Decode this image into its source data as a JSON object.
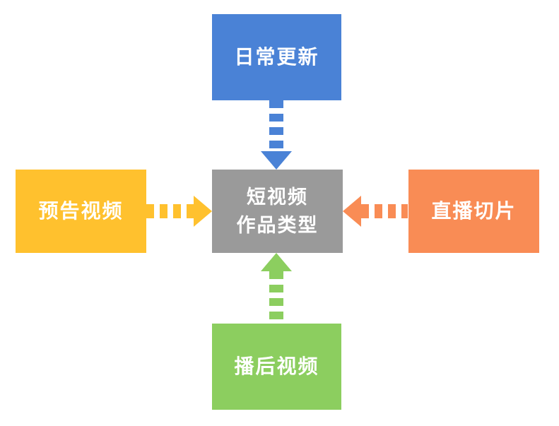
{
  "diagram": {
    "background": "#FFFFFF",
    "text_color": "#FFFFFF",
    "center": {
      "label": "短视频\n作品类型",
      "color": "#9A9A9A"
    },
    "nodes": [
      {
        "id": "top",
        "label": "日常更新",
        "color": "#4A82D6",
        "arrow_direction": "down"
      },
      {
        "id": "left",
        "label": "预告视频",
        "color": "#FFC12E",
        "arrow_direction": "right"
      },
      {
        "id": "right",
        "label": "直播切片",
        "color": "#F98C55",
        "arrow_direction": "left"
      },
      {
        "id": "bottom",
        "label": "播后视频",
        "color": "#8CCE5F",
        "arrow_direction": "up"
      }
    ]
  }
}
